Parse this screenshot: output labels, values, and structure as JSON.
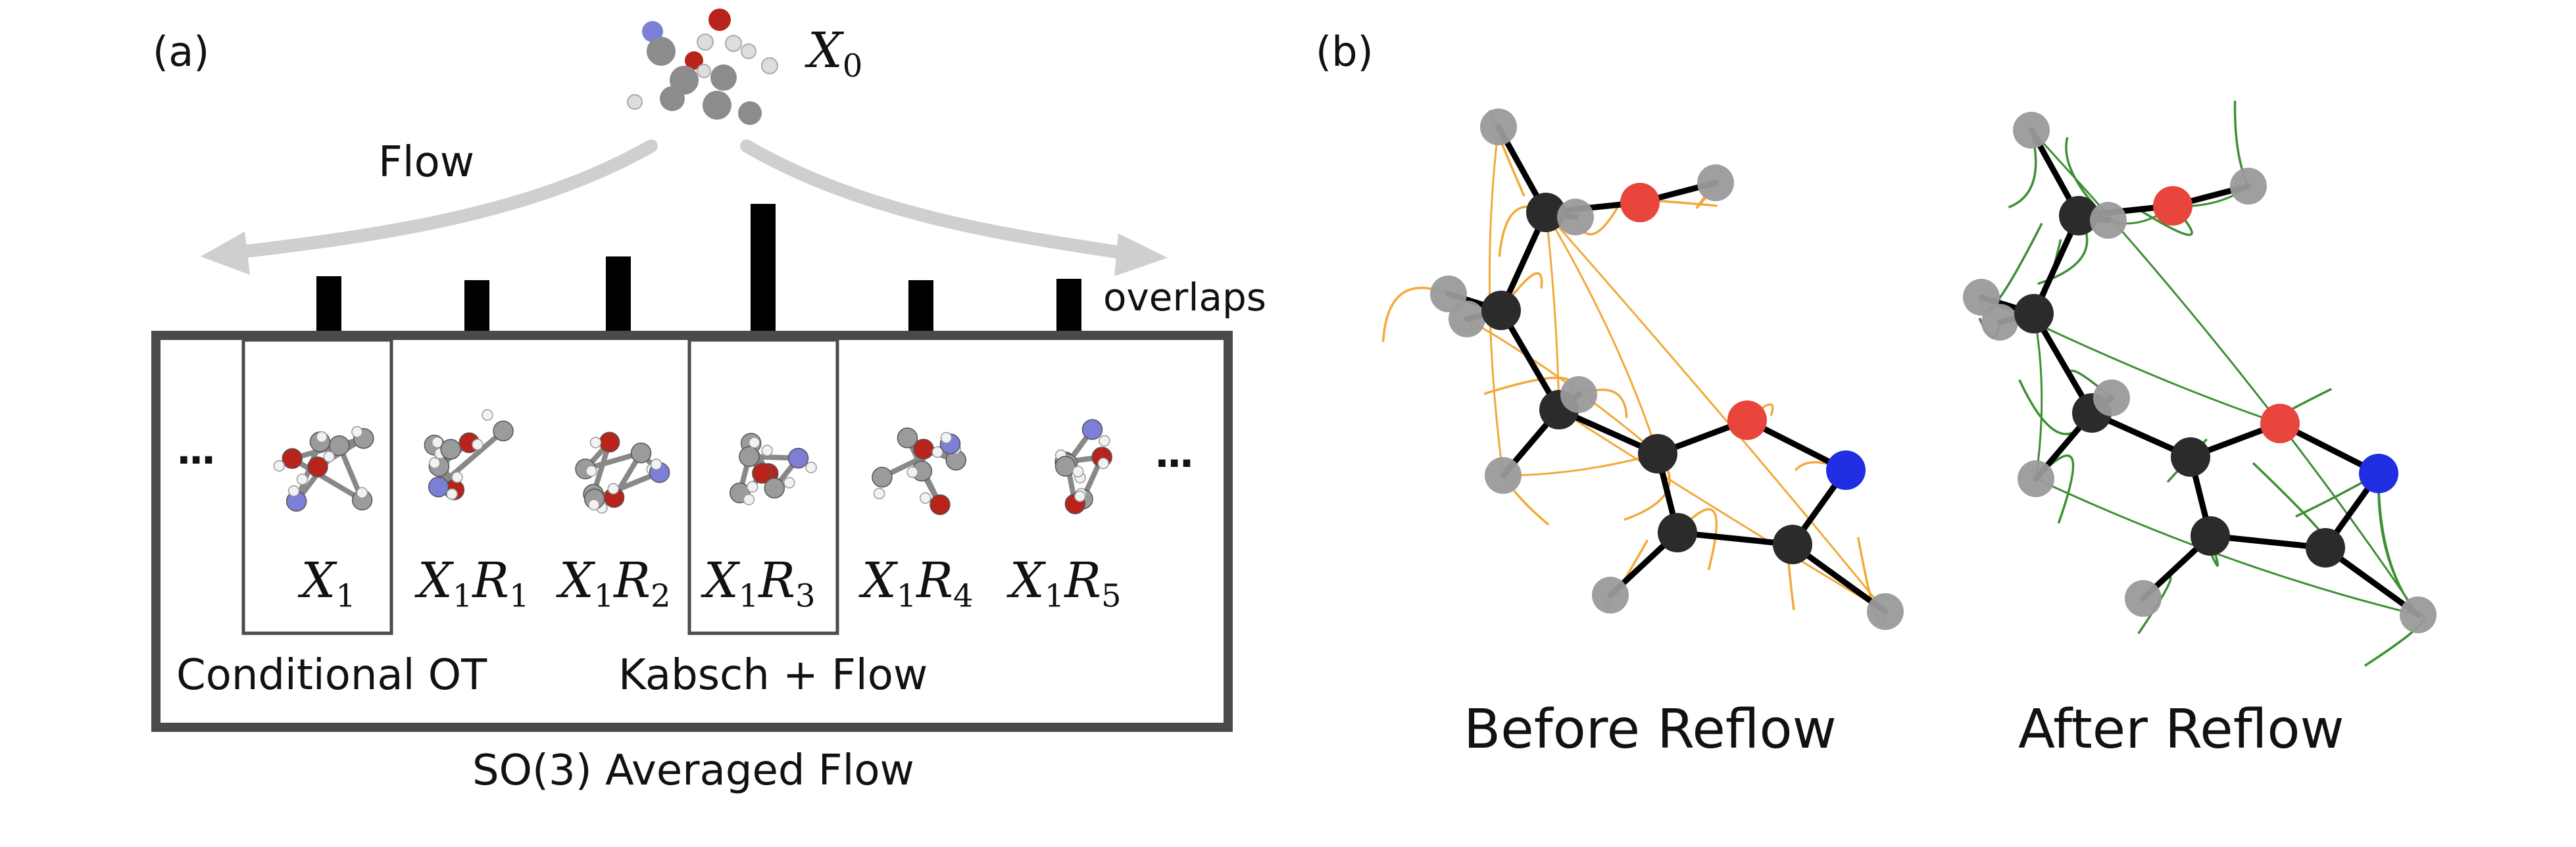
{
  "panel_a_label": "(a)",
  "panel_b_label": "(b)",
  "x0_label": {
    "base": "X",
    "sub": "0"
  },
  "flow_label": "Flow",
  "overlaps_label": "overlaps",
  "ellipsis": "...",
  "candidates": [
    {
      "base": "X",
      "sub": "1",
      "rbase": "",
      "rsub": "",
      "overlap": 0.45
    },
    {
      "base": "X",
      "sub": "1",
      "rbase": "R",
      "rsub": "1",
      "overlap": 0.42
    },
    {
      "base": "X",
      "sub": "1",
      "rbase": "R",
      "rsub": "2",
      "overlap": 0.6
    },
    {
      "base": "X",
      "sub": "1",
      "rbase": "R",
      "rsub": "3",
      "overlap": 1.0
    },
    {
      "base": "X",
      "sub": "1",
      "rbase": "R",
      "rsub": "4",
      "overlap": 0.42
    },
    {
      "base": "X",
      "sub": "1",
      "rbase": "R",
      "rsub": "5",
      "overlap": 0.43
    }
  ],
  "conditional_ot_label": "Conditional OT",
  "kabsch_flow_label": "Kabsch + Flow",
  "so3_label": "SO(3) Averaged Flow",
  "before_reflow_label": "Before Reflow",
  "after_reflow_label": "After Reflow",
  "colors": {
    "frame": "#4a4a4a",
    "arrow": "#cfcfcf",
    "bar": "#000000",
    "carbon": "#2b2b2b",
    "hydrogen": "#9a9a9a",
    "oxygen": "#e8453c",
    "nitrogen": "#1f2ee0",
    "before_paths": "#f2a93b",
    "after_paths": "#3d8f34"
  }
}
